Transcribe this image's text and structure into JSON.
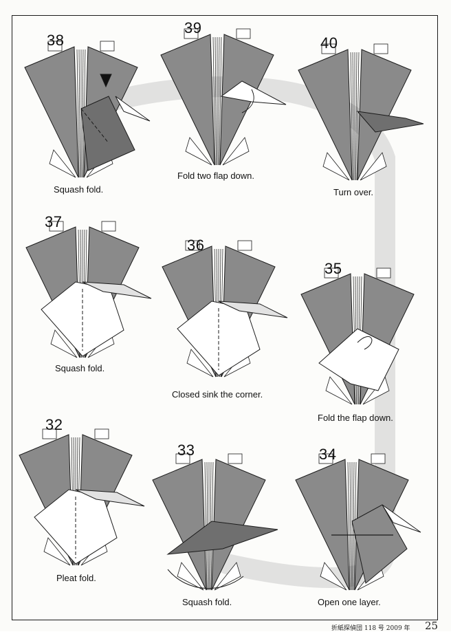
{
  "steps": [
    {
      "number": "38",
      "caption": "Squash fold."
    },
    {
      "number": "39",
      "caption": "Fold two flap down."
    },
    {
      "number": "40",
      "caption": "Turn over."
    },
    {
      "number": "37",
      "caption": "Squash fold."
    },
    {
      "number": "36",
      "caption": "Closed sink the corner."
    },
    {
      "number": "35",
      "caption": "Fold the flap down."
    },
    {
      "number": "32",
      "caption": "Pleat fold."
    },
    {
      "number": "33",
      "caption": "Squash fold."
    },
    {
      "number": "34",
      "caption": "Open one layer."
    }
  ],
  "footer": {
    "text": "折紙探偵団 118 号 2009 年",
    "page_number": "25"
  },
  "colors": {
    "paper_gray": "#8a8a8a",
    "paper_dark": "#6f6f6f",
    "paper_white": "#ffffff",
    "line": "#1a1a1a",
    "background_arrow": "#c9c9c9"
  }
}
